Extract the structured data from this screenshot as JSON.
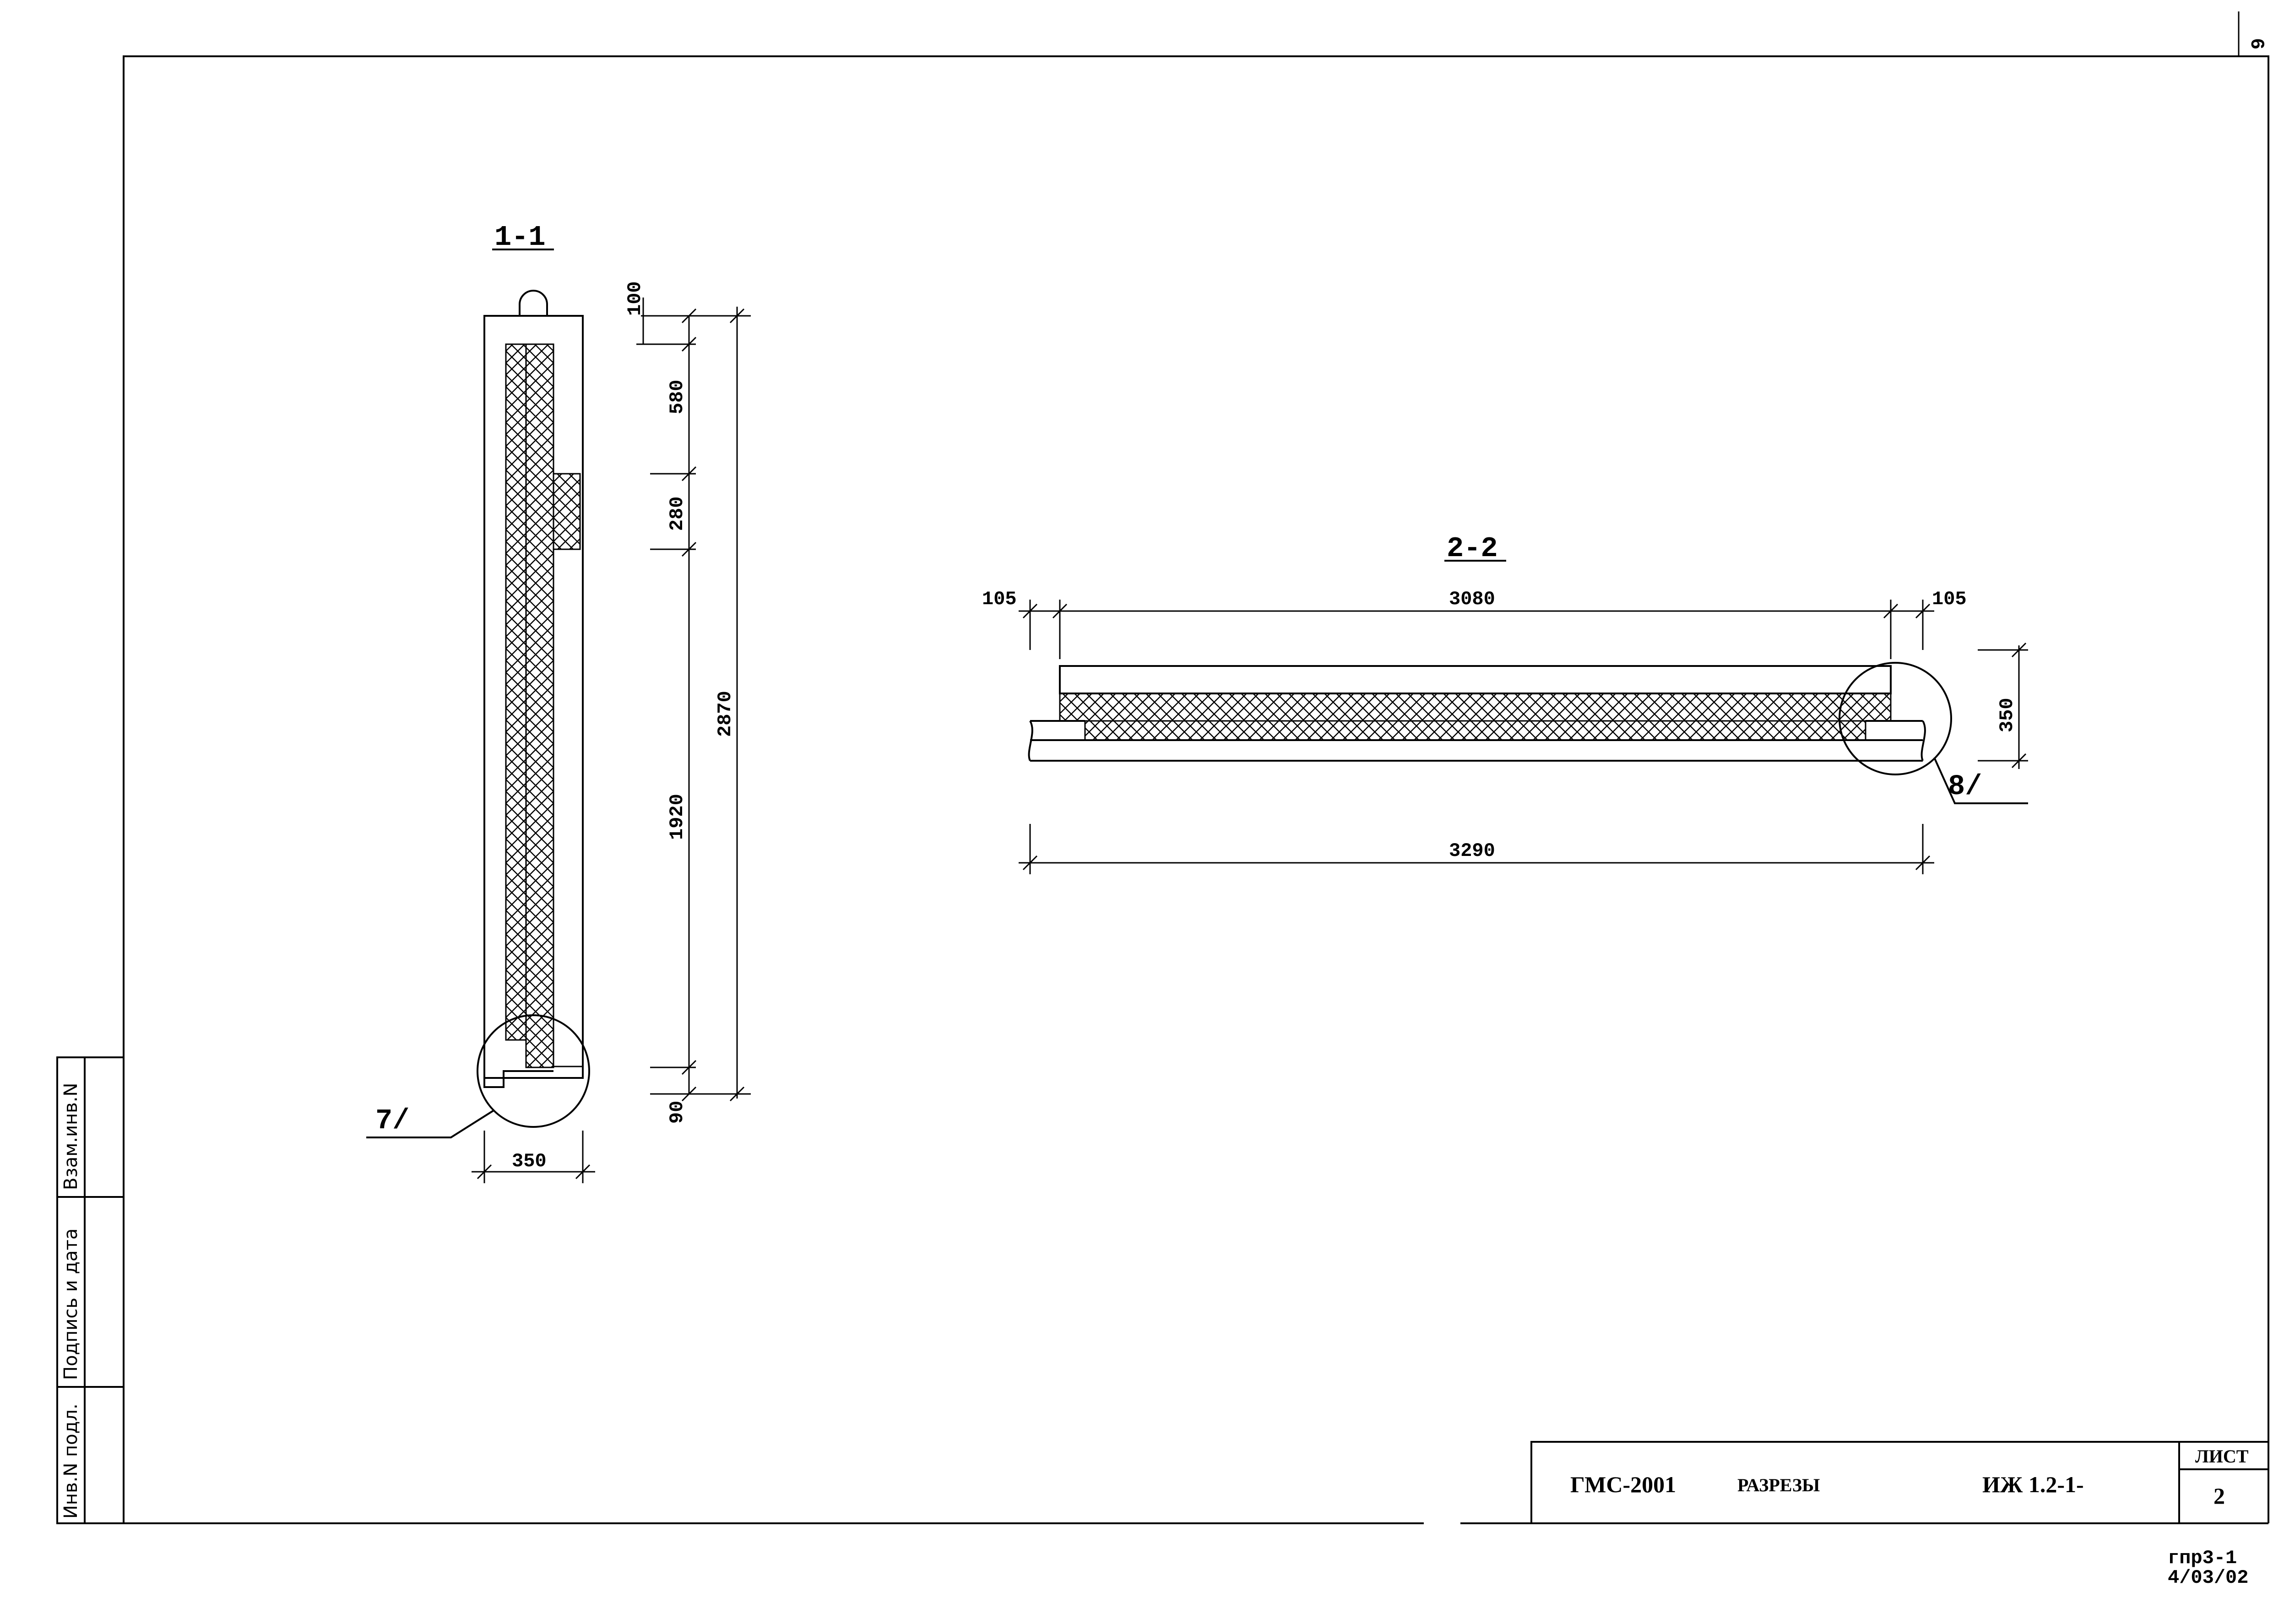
{
  "corner_mark": "6",
  "sections": {
    "s1_title": "1-1",
    "s2_title": "2-2"
  },
  "section1_dims": {
    "top": "100",
    "upper": "580",
    "middle": "280",
    "lower": "1920",
    "bottom": "90",
    "total": "2870",
    "width": "350"
  },
  "section2_dims": {
    "left": "105",
    "inner": "3080",
    "right": "105",
    "height": "350",
    "total": "3290"
  },
  "callouts": {
    "c7": "7/",
    "c8": "8/"
  },
  "side_stamp": {
    "inv_podl": "Инв.N подл.",
    "podpis": "Подпись и дата",
    "vzam": "Взам.инв.N"
  },
  "title_block": {
    "code": "ГМС-2001",
    "name": "РАЗРЕЗЫ",
    "doc": "ИЖ 1.2-1-",
    "sheet_label": "ЛИСТ",
    "sheet_no": "2"
  },
  "footer": {
    "line1": "гпр3-1",
    "line2": "4/03/02"
  }
}
